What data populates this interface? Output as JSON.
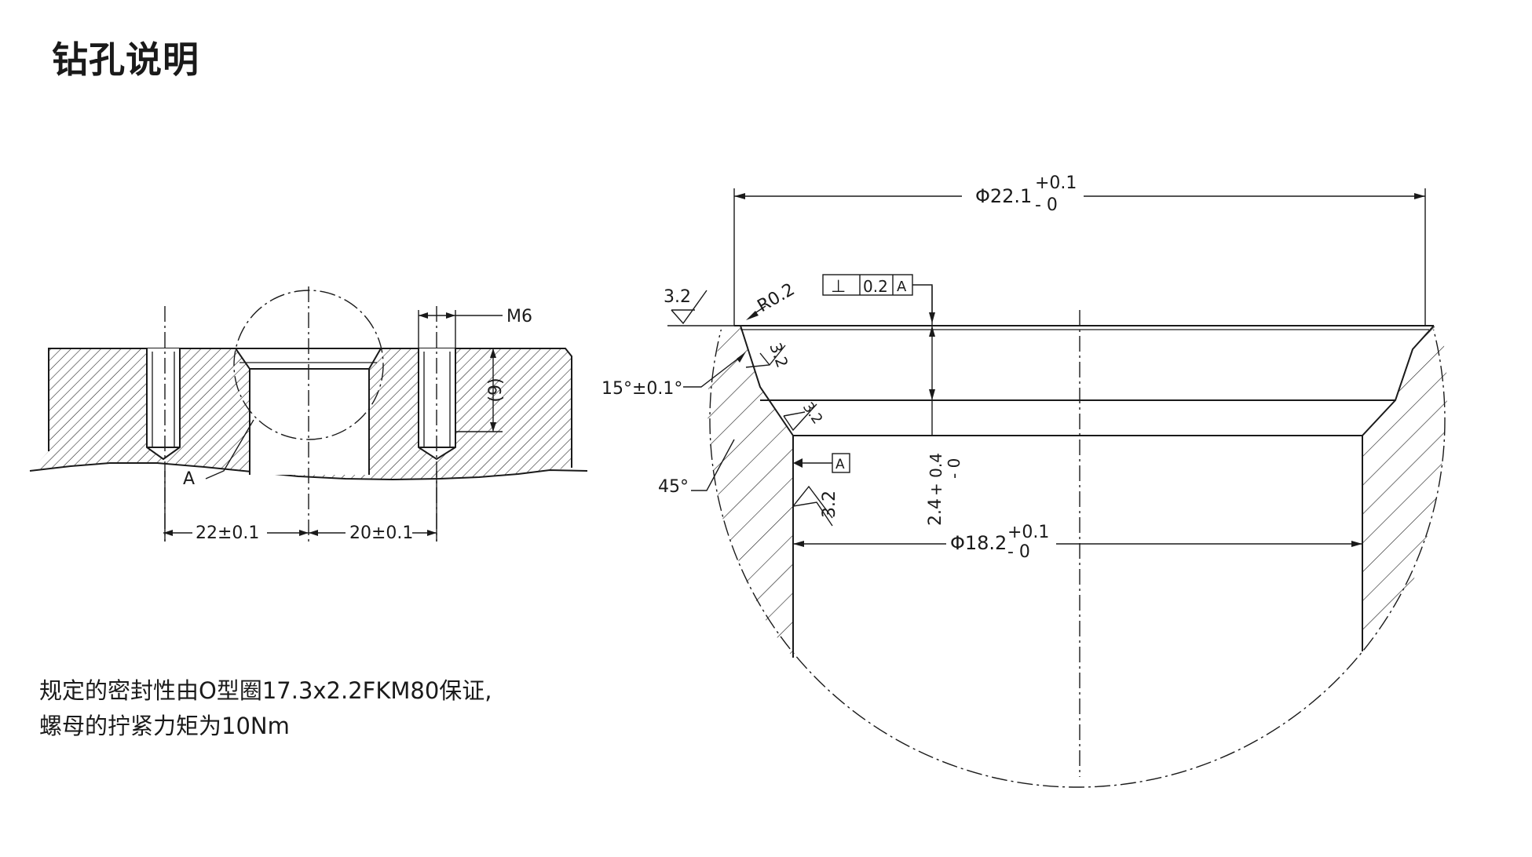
{
  "title": "钻孔说明",
  "note": {
    "line1": "规定的密封性由O型圈17.3x2.2FKM80保证,",
    "line2": "螺母的拧紧力矩为10Nm"
  },
  "left_view": {
    "thread_label": "M6",
    "depth_label": "(9)",
    "detail_label": "A",
    "dim_left": "22±0.1",
    "dim_right": "20±0.1"
  },
  "detail_view": {
    "outer_dia": "Φ22.1",
    "outer_tol_plus": "+0.1",
    "outer_tol_minus": "- 0",
    "inner_dia": "Φ18.2",
    "inner_tol_plus": "+0.1",
    "inner_tol_minus": "- 0",
    "depth": "2.4",
    "depth_tol_plus": "+ 0.4",
    "depth_tol_minus": "- 0",
    "roughness_top": "3.2",
    "roughness_chamfer": "3.2",
    "roughness_step": "3.2",
    "roughness_bore": "3.2",
    "radius": "R0.2",
    "angle_chamfer": "15°±0.1°",
    "angle_step": "45°",
    "gdt_symbol": "⊥",
    "gdt_value": "0.2",
    "gdt_datum": "A",
    "datum_label": "A"
  }
}
